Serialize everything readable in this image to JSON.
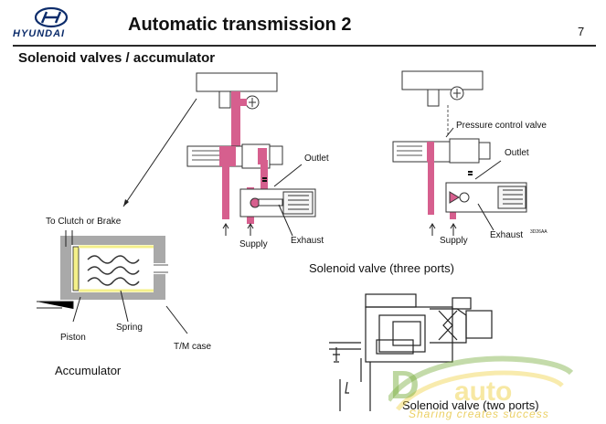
{
  "header": {
    "brand": "HYUNDAI",
    "title": "Automatic transmission 2",
    "page_number": "7",
    "subtitle": "Solenoid valves / accumulator"
  },
  "accumulator": {
    "label_top": "To Clutch or Brake",
    "label_piston": "Piston",
    "label_spring": "Spring",
    "label_case": "T/M case",
    "caption": "Accumulator"
  },
  "three_port_left": {
    "outlet": "Outlet",
    "supply": "Supply",
    "exhaust": "Exhaust"
  },
  "three_port_right": {
    "pressure_control": "Pressure control valve",
    "outlet": "Outlet",
    "supply": "Supply",
    "exhaust": "Exhaust",
    "code": "3D26AA"
  },
  "captions": {
    "three_ports": "Solenoid valve (three ports)",
    "two_ports": "Solenoid valve (two ports)"
  },
  "watermark": {
    "tagline": "Sharing creates success"
  },
  "colors": {
    "pink": "#d65f8e",
    "brand_blue": "#0c2c6b",
    "accumulator_gray": "#a9a9a9",
    "accumulator_yellow": "#f4f08a",
    "watermark_green": "#7db043",
    "watermark_yellow": "#f0d24a"
  }
}
